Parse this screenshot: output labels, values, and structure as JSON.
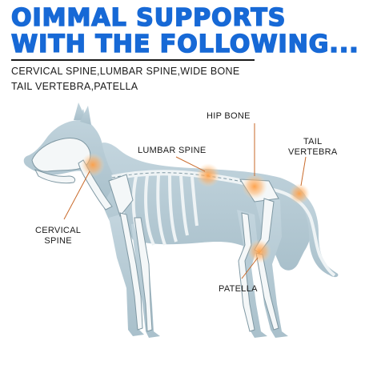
{
  "headline": {
    "line1": "OIMMAL SUPPORTS",
    "line2": "WITH THE FOLLOWING..."
  },
  "subtext": {
    "line1": "CERVICAL SPINE,LUMBAR SPINE,WIDE BONE",
    "line2": "TAIL VERTEBRA,PATELLA"
  },
  "labels": {
    "hip_bone": "HIP BONE",
    "lumbar_spine": "LUMBAR SPINE",
    "tail_vertebra_line1": "TAIL",
    "tail_vertebra_line2": "VERTEBRA",
    "cervical_spine_line1": "CERVICAL",
    "cervical_spine_line2": "SPINE",
    "patella": "PATELLA"
  },
  "colors": {
    "headline": "#1769d6",
    "body_silhouette": "#b7ccd6",
    "bone": "#f4f7f8",
    "joint_glow": "#ff9f45",
    "callout_line": "#c96a2a"
  }
}
